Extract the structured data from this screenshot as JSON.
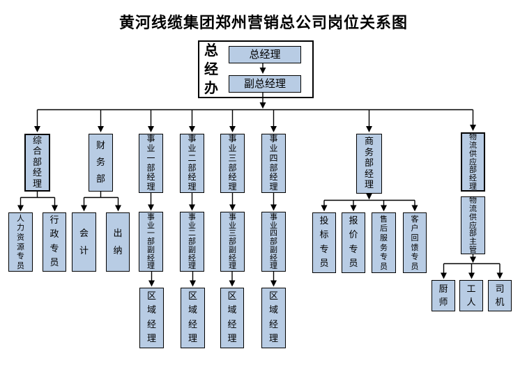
{
  "title": "黄河线缆集团郑州营销总公司岗位关系图",
  "colors": {
    "box_fill": "#b8cce4",
    "box_border": "#000000",
    "connector": "#000000",
    "background": "#ffffff"
  },
  "org": {
    "general_office": {
      "label": "总经办",
      "general_manager": "总经理",
      "deputy_general_manager": "副总经理"
    },
    "departments": [
      {
        "label": "综合部经理",
        "children": [
          "人力资源专员",
          "行政专员"
        ]
      },
      {
        "label": "财务部",
        "children": [
          "会计",
          "出纳"
        ]
      },
      {
        "label": "事业一部经理",
        "deputy": "事业一部副经理",
        "regional": "区域经理"
      },
      {
        "label": "事业二部经理",
        "deputy": "事业二部副经理",
        "regional": "区域经理"
      },
      {
        "label": "事业三部经理",
        "deputy": "事业三部副经理",
        "regional": "区域经理"
      },
      {
        "label": "事业四部经理",
        "deputy": "事业四部副经理",
        "regional": "区域经理"
      },
      {
        "label": "商务部经理",
        "children": [
          "投标专员",
          "报价专员",
          "售后服务专员",
          "客户回馈专员"
        ]
      },
      {
        "label": "物流供应部经理",
        "supervisor": "物流供应部主管",
        "children": [
          "厨师",
          "工人",
          "司机"
        ]
      }
    ]
  }
}
